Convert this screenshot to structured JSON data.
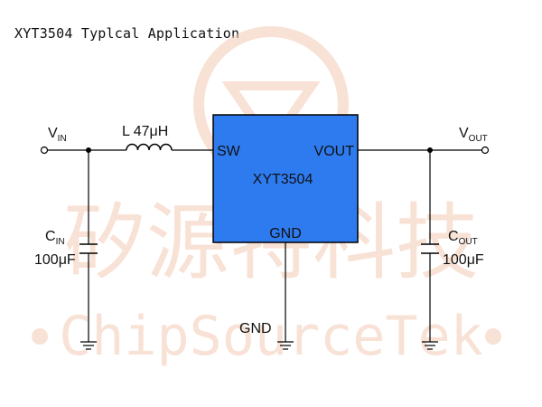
{
  "caption": "XYT3504 Typlcal Application",
  "watermark": {
    "chinese": "矽源特科技",
    "english": "ChipSourceTek",
    "color": "#f4c9b4"
  },
  "chip": {
    "name": "XYT3504",
    "pin_sw": "SW",
    "pin_vout": "VOUT",
    "pin_gnd": "GND",
    "fill_color": "#2e7bf0"
  },
  "input": {
    "label_main": "V",
    "label_sub": "IN"
  },
  "output": {
    "label_main": "V",
    "label_sub": "OUT"
  },
  "inductor": {
    "label": "L 47μH"
  },
  "cap_in": {
    "label_main": "C",
    "label_sub": "IN",
    "value": "100μF"
  },
  "cap_out": {
    "label_main": "C",
    "label_sub": "OUT",
    "value": "100μF"
  },
  "ground_label": "GND",
  "icons": [
    "input-terminal-icon",
    "output-terminal-icon",
    "inductor-icon",
    "capacitor-icon",
    "ground-icon"
  ]
}
